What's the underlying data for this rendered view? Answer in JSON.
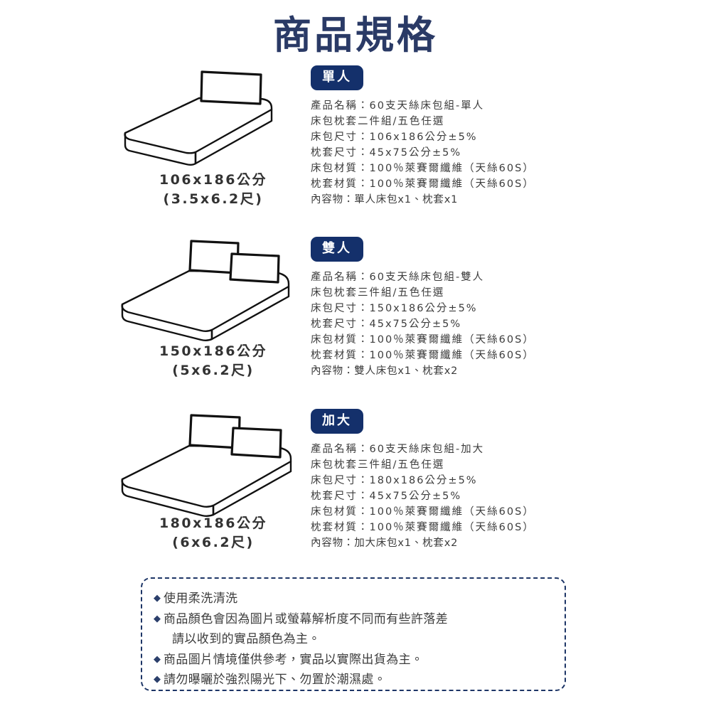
{
  "page": {
    "title": "商品規格",
    "title_color": "#2a3a66",
    "badge_color": "#14306b",
    "text_color": "#3c3c3c",
    "note_border_color": "#1d3566",
    "background": "#ffffff"
  },
  "sections": [
    {
      "badge": "單人",
      "illustration": "single-bed-illustration",
      "pillow_count": 1,
      "dim_cm": "106x186公分",
      "dim_ft": "(3.5x6.2尺)",
      "lines": [
        "產品名稱：60支天絲床包組-單人",
        "床包枕套二件組/五色任選",
        "床包尺寸：106x186公分±5%",
        "枕套尺寸：45x75公分±5%",
        "床包材質：100％萊賽爾纖維（天絲60S）",
        "枕套材質：100％萊賽爾纖維（天絲60S）"
      ],
      "contents_line": "內容物：單人床包x1、枕套x1"
    },
    {
      "badge": "雙人",
      "illustration": "double-bed-illustration",
      "pillow_count": 2,
      "dim_cm": "150x186公分",
      "dim_ft": "(5x6.2尺)",
      "lines": [
        "產品名稱：60支天絲床包組-雙人",
        "床包枕套三件組/五色任選",
        "床包尺寸：150x186公分±5%",
        "枕套尺寸：45x75公分±5%",
        "床包材質：100％萊賽爾纖維（天絲60S）",
        "枕套材質：100％萊賽爾纖維（天絲60S）"
      ],
      "contents_line": "內容物：雙人床包x1、枕套x2"
    },
    {
      "badge": "加大",
      "illustration": "king-bed-illustration",
      "pillow_count": 2,
      "dim_cm": "180x186公分",
      "dim_ft": "(6x6.2尺)",
      "lines": [
        "產品名稱：60支天絲床包組-加大",
        "床包枕套三件組/五色任選",
        "床包尺寸：180x186公分±5%",
        "枕套尺寸：45x75公分±5%",
        "床包材質：100％萊賽爾纖維（天絲60S）",
        "枕套材質：100％萊賽爾纖維（天絲60S）"
      ],
      "contents_line": "內容物：加大床包x1、枕套x2"
    }
  ],
  "notes": {
    "bullet_glyph": "◆",
    "items": [
      {
        "text": "使用柔洗清洗",
        "bulleted": true
      },
      {
        "text": "商品顏色會因為圖片或螢幕解析度不同而有些許落差",
        "bulleted": true
      },
      {
        "text": "請以收到的實品顏色為主。",
        "bulleted": false
      },
      {
        "text": "商品圖片情境僅供參考，實品以實際出貨為主。",
        "bulleted": true
      },
      {
        "text": "請勿曝曬於強烈陽光下、勿置於潮濕處。",
        "bulleted": true
      }
    ]
  }
}
